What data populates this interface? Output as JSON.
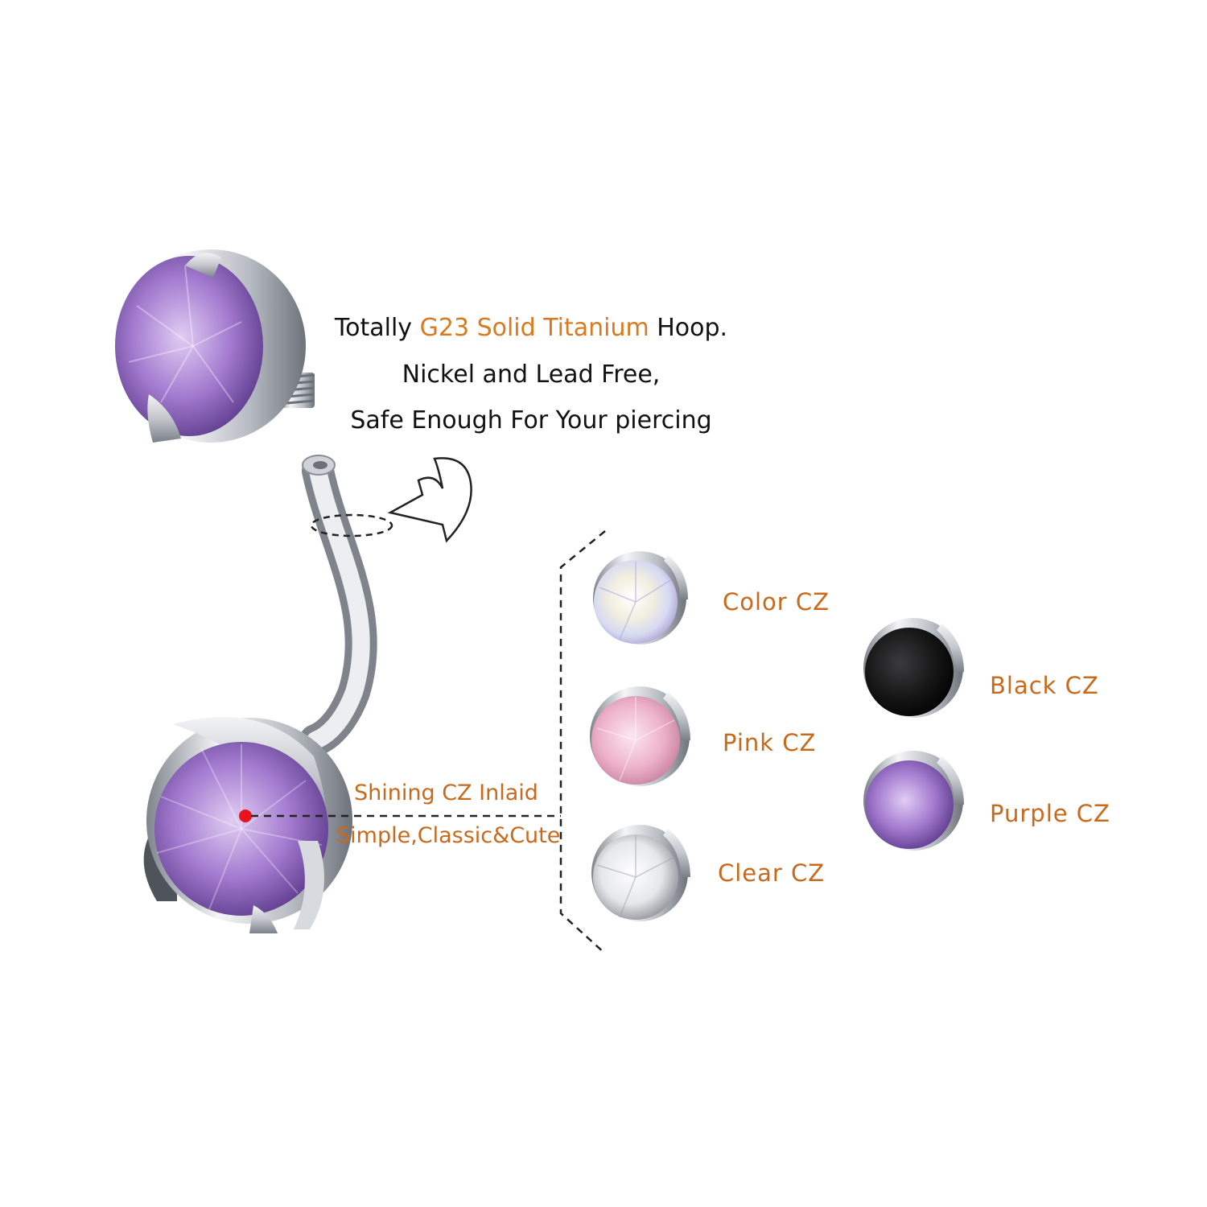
{
  "headline": {
    "line1_prefix": "Totally ",
    "line1_highlight": "G23 Solid Titanium",
    "line1_suffix": " Hoop.",
    "line2": "Nickel and Lead Free,",
    "line3": "Safe Enough For Your piercing"
  },
  "features": {
    "line1": "Shining CZ Inlaid",
    "line2": "Simple,Classic&Cute"
  },
  "variants": [
    {
      "label": "Color CZ",
      "color": "#e9e4f0"
    },
    {
      "label": "Pink CZ",
      "color": "#f1bcd4"
    },
    {
      "label": "Clear CZ",
      "color": "#f2f2f4"
    },
    {
      "label": "Black CZ",
      "color": "#111111"
    },
    {
      "label": "Purple CZ",
      "color": "#9a70c8"
    }
  ],
  "colors": {
    "accent": "#d97a1f",
    "label": "#c8691c",
    "marker": "#e8141b",
    "metal": "#c9ccd2",
    "main_gem": "#a37bd0"
  }
}
